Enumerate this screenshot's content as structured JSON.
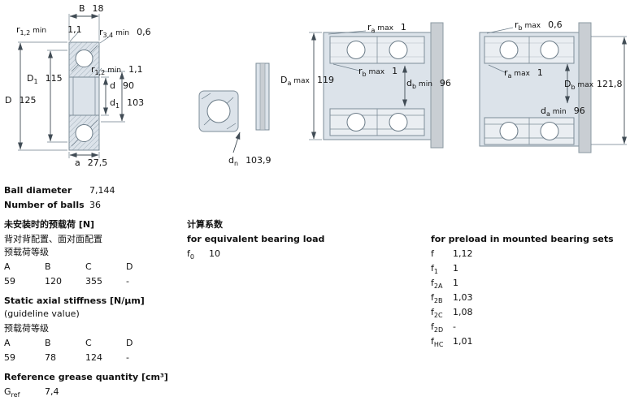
{
  "diagram_left": {
    "B": {
      "sym": "B",
      "sub": "",
      "suf": "",
      "val": "18"
    },
    "r12_top": {
      "sym": "r",
      "sub": "1,2",
      "suf": " min",
      "val": "1,1"
    },
    "r34_top": {
      "sym": "r",
      "sub": "3,4",
      "suf": " min",
      "val": "0,6"
    },
    "D1": {
      "sym": "D",
      "sub": "1",
      "suf": "",
      "val": "115"
    },
    "r12_mid": {
      "sym": "r",
      "sub": "1,2",
      "suf": " min",
      "val": "1,1"
    },
    "d": {
      "sym": "d",
      "sub": "",
      "suf": "",
      "val": "90"
    },
    "d1": {
      "sym": "d",
      "sub": "1",
      "suf": "",
      "val": "103"
    },
    "D": {
      "sym": "D",
      "sub": "",
      "suf": "",
      "val": "125"
    },
    "a": {
      "sym": "a",
      "sub": "",
      "suf": "",
      "val": "27,5"
    }
  },
  "diagram_mount": {
    "dn": {
      "sym": "d",
      "sub": "n",
      "suf": "",
      "val": "103,9"
    }
  },
  "diagram_set_back": {
    "ra": {
      "sym": "r",
      "sub": "a",
      "suf": " max",
      "val": "1"
    },
    "Da": {
      "sym": "D",
      "sub": "a",
      "suf": " max",
      "val": "119"
    },
    "rb": {
      "sym": "r",
      "sub": "b",
      "suf": " max",
      "val": "1"
    },
    "db": {
      "sym": "d",
      "sub": "b",
      "suf": " min",
      "val": "96"
    }
  },
  "diagram_set_face": {
    "rb": {
      "sym": "r",
      "sub": "b",
      "suf": " max",
      "val": "0,6"
    },
    "ra": {
      "sym": "r",
      "sub": "a",
      "suf": " max",
      "val": "1"
    },
    "Db": {
      "sym": "D",
      "sub": "b",
      "suf": " max",
      "val": "121,8"
    },
    "da": {
      "sym": "d",
      "sub": "a",
      "suf": " min",
      "val": "96"
    }
  },
  "specs": {
    "ball_diameter": {
      "label": "Ball diameter",
      "value": "7,144"
    },
    "number_of_balls": {
      "label": "Number of balls",
      "value": "36"
    }
  },
  "preload_unmounted": {
    "title": "未安装时的预载荷 [N]",
    "subtitle": "背对背配置、面对面配置",
    "class_label": "预载荷等级",
    "headers": [
      "A",
      "B",
      "C",
      "D"
    ],
    "values": [
      "59",
      "120",
      "355",
      "-"
    ]
  },
  "stiffness": {
    "title": "Static axial stiffness [N/μm]",
    "subtitle": "(guideline value)",
    "class_label": "预载荷等级",
    "headers": [
      "A",
      "B",
      "C",
      "D"
    ],
    "values": [
      "59",
      "78",
      "124",
      "-"
    ]
  },
  "grease": {
    "title": "Reference grease quantity [cm³]",
    "symbol": {
      "sym": "G",
      "sub": "ref"
    },
    "value": "7,4"
  },
  "calc_factors": {
    "title": "计算系数",
    "equiv_title": "for equivalent bearing load",
    "f0": {
      "sym": "f",
      "sub": "0",
      "val": "10"
    }
  },
  "preload_factors": {
    "title": "for preload in mounted bearing sets",
    "rows": [
      {
        "sym": "f",
        "sub": "",
        "val": "1,12"
      },
      {
        "sym": "f",
        "sub": "1",
        "val": "1"
      },
      {
        "sym": "f",
        "sub": "2A",
        "val": "1"
      },
      {
        "sym": "f",
        "sub": "2B",
        "val": "1,03"
      },
      {
        "sym": "f",
        "sub": "2C",
        "val": "1,08"
      },
      {
        "sym": "f",
        "sub": "2D",
        "val": "-"
      },
      {
        "sym": "f",
        "sub": "HC",
        "val": "1,01"
      }
    ]
  }
}
